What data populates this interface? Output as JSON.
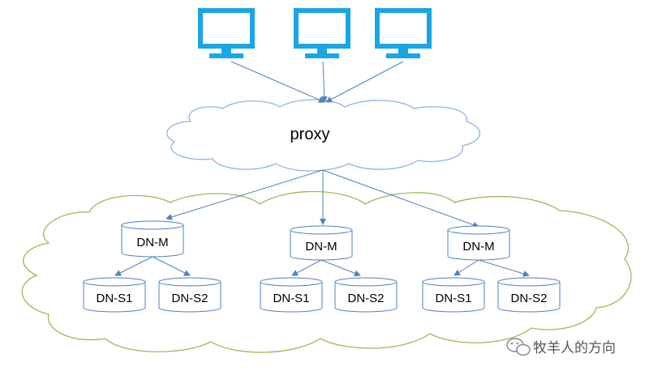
{
  "colors": {
    "monitor": "#1aa6e4",
    "cloud_outline_proxy": "#8eb4e3",
    "cloud_outline_data": "#9bbb59",
    "arrow": "#4f81bd",
    "cylinder_stroke": "#4f81bd"
  },
  "proxy": {
    "label": "proxy"
  },
  "groups": [
    {
      "master": "DN-M",
      "slaves": [
        "DN-S1",
        "DN-S2"
      ]
    },
    {
      "master": "DN-M",
      "slaves": [
        "DN-S1",
        "DN-S2"
      ]
    },
    {
      "master": "DN-M",
      "slaves": [
        "DN-S1",
        "DN-S2"
      ]
    }
  ],
  "watermark": {
    "text": "牧羊人的方向",
    "icon": "wechat-icon"
  }
}
